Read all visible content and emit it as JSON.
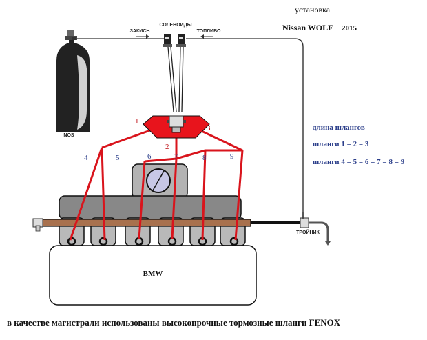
{
  "title": {
    "line1": "установка",
    "line2": "Nissan WOLF",
    "year": "2015"
  },
  "labels": {
    "nos": "NOS",
    "nitrous": "ЗАКИСЬ",
    "solenoids": "СОЛЕНОИДЫ",
    "fuel": "ТОПЛИВО",
    "tee": "ТРОЙНИК",
    "engine": "BMW"
  },
  "hose_numbers": [
    "1",
    "2",
    "3",
    "4",
    "5",
    "6",
    "7",
    "8",
    "9"
  ],
  "notes": {
    "heading": "длина шлангов",
    "rule1": "шланги 1 = 2 = 3",
    "rule2": "шланги 4 = 5 = 6 = 7 = 8 = 9"
  },
  "caption": "в качестве магистрали использованы высокопрочные тормозные шланги FENOX",
  "colors": {
    "hose": "#d9141c",
    "distributor": "#e8141c",
    "manifold": "#a8714e",
    "runner": "#b9b9b9",
    "blue_text": "#2b3e8a"
  }
}
